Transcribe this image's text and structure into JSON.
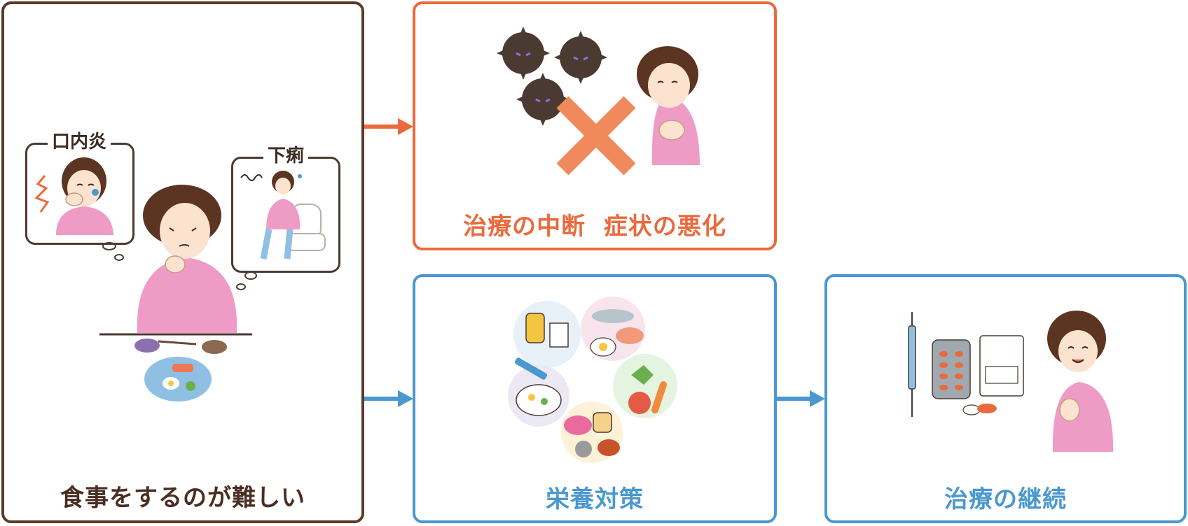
{
  "boxes": {
    "left": {
      "caption": "食事をするのが難しい",
      "bubble_left": "口内炎",
      "bubble_right": "下痢"
    },
    "top_right": {
      "caption": "治療の中断  症状の悪化"
    },
    "bottom_middle": {
      "caption": "栄養対策"
    },
    "bottom_right": {
      "caption": "治療の継続"
    }
  },
  "colors": {
    "brown": "#5a3a2a",
    "orange": "#ea6a3c",
    "blue": "#4a98cf",
    "pink": "#ee9cc6",
    "hair": "#5b3422"
  }
}
